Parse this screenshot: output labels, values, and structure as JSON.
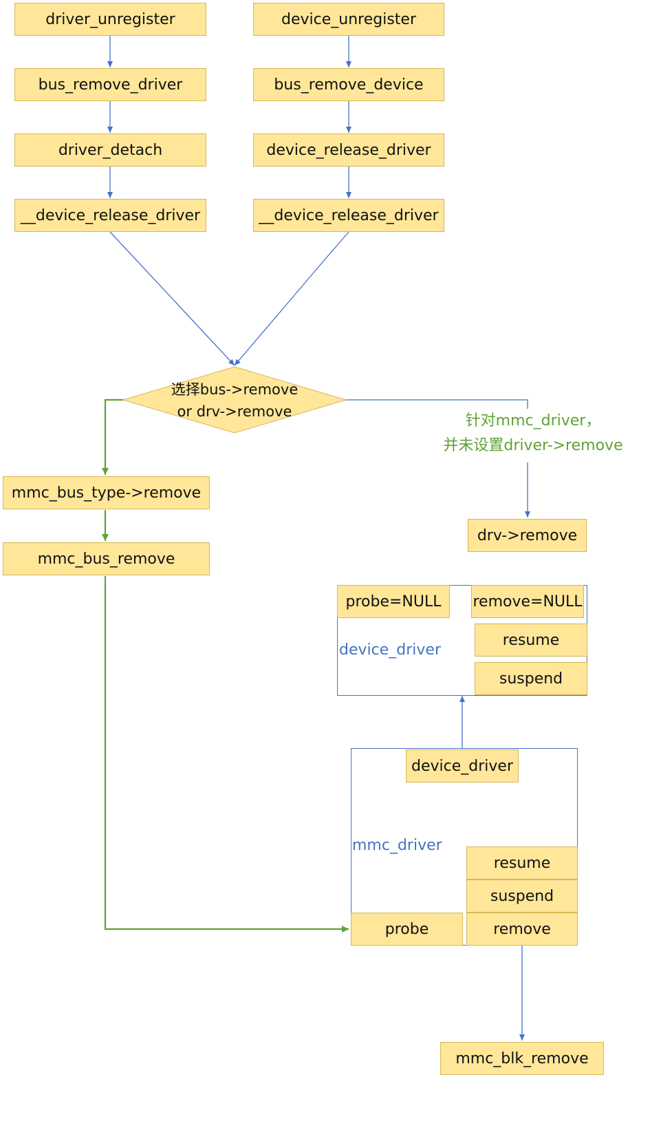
{
  "left_chain": [
    "driver_unregister",
    "bus_remove_driver",
    "driver_detach",
    "__device_release_driver"
  ],
  "right_chain": [
    "device_unregister",
    "bus_remove_device",
    "device_release_driver",
    "__device_release_driver"
  ],
  "decision": {
    "line1": "选择bus->remove",
    "line2": "or drv->remove"
  },
  "bus_path": [
    "mmc_bus_type->remove",
    "mmc_bus_remove"
  ],
  "right_branch": {
    "note_line1": "针对mmc_driver，",
    "note_line2": "并未设置driver->remove",
    "target": "drv->remove"
  },
  "device_driver_struct": {
    "label": "device_driver",
    "probe": "probe=NULL",
    "remove": "remove=NULL",
    "resume": "resume",
    "suspend": "suspend"
  },
  "mmc_driver_struct": {
    "label": "mmc_driver",
    "device_driver": "device_driver",
    "resume": "resume",
    "suspend": "suspend",
    "probe": "probe",
    "remove": "remove"
  },
  "final": "mmc_blk_remove",
  "colors": {
    "box_fill": "#FFE699",
    "blue": "#4472C4",
    "green": "#5FA234"
  }
}
